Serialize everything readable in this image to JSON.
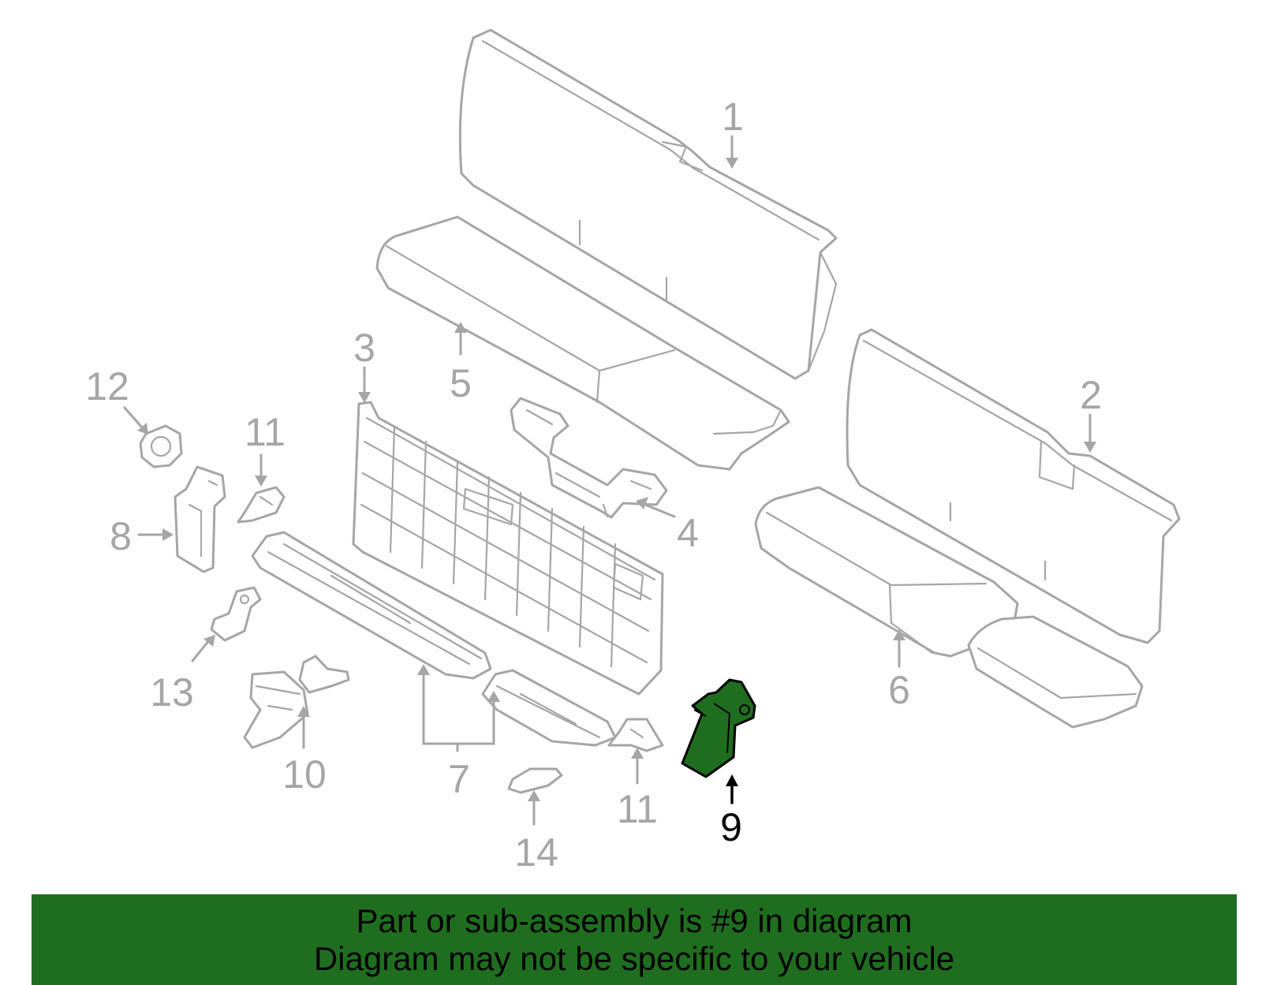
{
  "callouts": {
    "c1": "1",
    "c2": "2",
    "c3": "3",
    "c4": "4",
    "c5": "5",
    "c6": "6",
    "c7": "7",
    "c8": "8",
    "c9": "9",
    "c10": "10",
    "c11a": "11",
    "c11b": "11",
    "c12": "12",
    "c13": "13",
    "c14": "14"
  },
  "highlighted_part": "9",
  "colors": {
    "part_outline": "#a6a6a6",
    "highlight_fill": "#1f6e1f",
    "banner_background": "#1f6e1f",
    "text_dark": "#000000"
  },
  "banner": {
    "line1": "Part or sub-assembly is #9 in diagram",
    "line2": "Diagram may not be specific to your vehicle"
  }
}
